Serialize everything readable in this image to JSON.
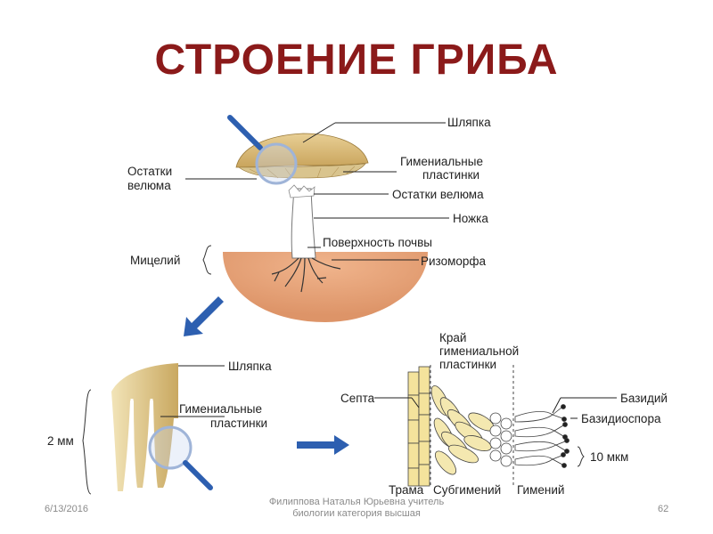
{
  "title": "СТРОЕНИЕ ГРИБА",
  "labels": {
    "cap": "Шляпка",
    "gills_line1": "Гимениальные",
    "gills_line2": "пластинки",
    "velum_rest_right": "Остатки велюма",
    "stem": "Ножка",
    "soil_surface": "Поверхность почвы",
    "rhizomorph": "Ризоморфа",
    "velum_rest_left_line1": "Остатки",
    "velum_rest_left_line2": "велюма",
    "mycelium": "Мицелий",
    "cap2": "Шляпка",
    "gills2_line1": "Гимениальные",
    "gills2_line2": "пластинки",
    "size_2mm": "2 мм",
    "edge_line1": "Край",
    "edge_line2": "гимениальной",
    "edge_line3": "пластинки",
    "septa": "Септа",
    "basidium": "Базидий",
    "basidiospore": "Базидиоспора",
    "size_10um": "10 мкм",
    "trama": "Трама",
    "subhymenium": "Субгимений",
    "hymenium": "Гимений"
  },
  "footer": {
    "date": "6/13/2016",
    "author_line1": "Филиппова Наталья Юрьевна учитель",
    "author_line2": "биологии категория высшая",
    "page": "62"
  },
  "colors": {
    "title": "#8b1a1a",
    "soil": "#e8a57c",
    "cap": "#d9bb7a",
    "arrow": "#2d5fb0"
  }
}
